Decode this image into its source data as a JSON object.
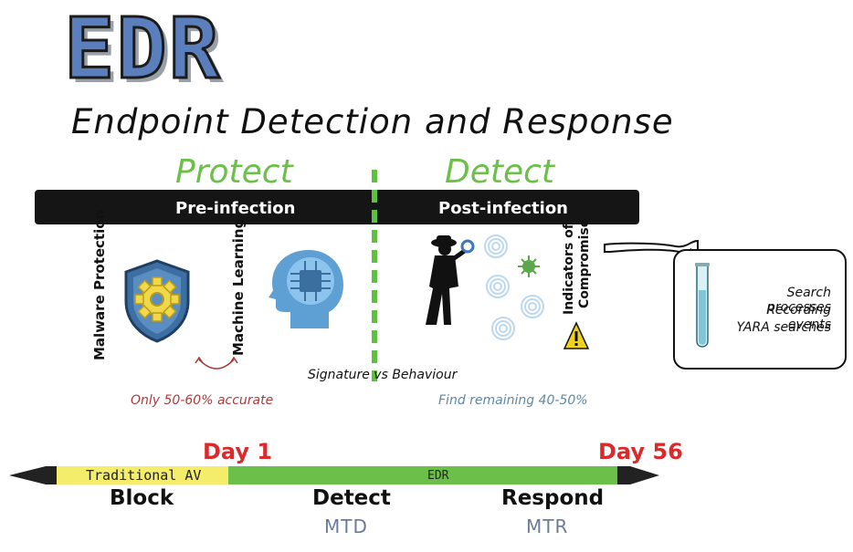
{
  "header": {
    "title": "EDR",
    "subtitle": "Endpoint Detection and Response"
  },
  "phases": {
    "left": "Protect",
    "right": "Detect"
  },
  "bar": {
    "left": "Pre-infection",
    "right": "Post-infection"
  },
  "labels": {
    "malware": "Malware Protection",
    "ml": "Machine Learning",
    "ioc_line1": "Indicators of",
    "ioc_line2": "Compromise",
    "signature": "Signature vs Behaviour",
    "accuracy": "Only 50-60% accurate",
    "remaining": "Find remaining 40-50%"
  },
  "note": {
    "lines": [
      "Search processes",
      "Recording events",
      "YARA searches"
    ]
  },
  "timeline": {
    "traditional": "Traditional AV",
    "edr": "EDR",
    "day1": "Day 1",
    "day56": "Day 56",
    "stages": {
      "block": "Block",
      "detect": "Detect",
      "respond": "Respond"
    },
    "sub": {
      "detect": "MTD",
      "respond": "MTR"
    }
  },
  "colors": {
    "accent_green": "#6cc04a",
    "title_blue": "#5b7fbd",
    "day_red": "#d92b2b",
    "accuracy_red": "#b03a3a",
    "remaining_blue": "#5f87a8"
  }
}
